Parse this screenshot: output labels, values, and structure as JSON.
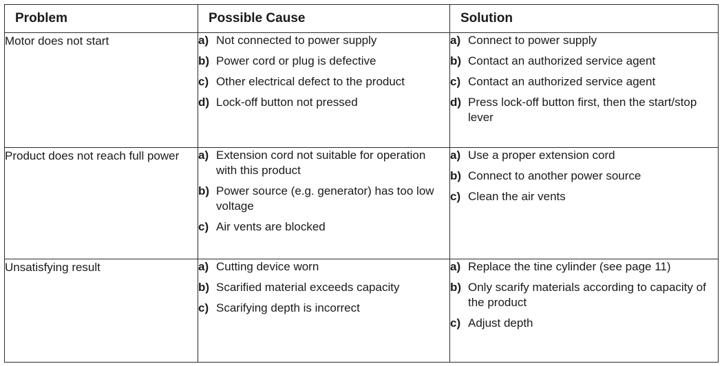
{
  "headers": {
    "problem": "Problem",
    "cause": "Possible Cause",
    "solution": "Solution"
  },
  "rows": [
    {
      "problem": "Motor does not start",
      "causes": [
        {
          "letter": "a)",
          "text": "Not connected to power supply"
        },
        {
          "letter": "b)",
          "text": "Power cord or plug is defective"
        },
        {
          "letter": "c)",
          "text": "Other electrical defect to the product"
        },
        {
          "letter": "d)",
          "text": "Lock-off button not pressed"
        }
      ],
      "solutions": [
        {
          "letter": "a)",
          "text": "Connect to power supply"
        },
        {
          "letter": "b)",
          "text": "Contact an authorized service agent"
        },
        {
          "letter": "c)",
          "text": "Contact an authorized service agent"
        },
        {
          "letter": "d)",
          "text": "Press lock-off button first, then the start/stop lever"
        }
      ]
    },
    {
      "problem": "Product does not reach full power",
      "causes": [
        {
          "letter": "a)",
          "text": "Extension cord not suitable for operation with this product"
        },
        {
          "letter": "b)",
          "text": "Power source (e.g. generator) has too low voltage"
        },
        {
          "letter": "c)",
          "text": "Air vents are blocked"
        }
      ],
      "solutions": [
        {
          "letter": "a)",
          "text": "Use a proper extension cord"
        },
        {
          "letter": "b)",
          "text": "Connect to another power source"
        },
        {
          "letter": "c)",
          "text": "Clean the air vents"
        }
      ]
    },
    {
      "problem": "Unsatisfying result",
      "causes": [
        {
          "letter": "a)",
          "text": "Cutting device worn"
        },
        {
          "letter": "b)",
          "text": "Scarified material exceeds capacity"
        },
        {
          "letter": "c)",
          "text": "Scarifying depth is incorrect"
        }
      ],
      "solutions": [
        {
          "letter": "a)",
          "text": "Replace the tine cylinder (see page 11)"
        },
        {
          "letter": "b)",
          "text": "Only scarify materials according to capacity of the product"
        },
        {
          "letter": "c)",
          "text": "Adjust depth"
        }
      ]
    }
  ]
}
